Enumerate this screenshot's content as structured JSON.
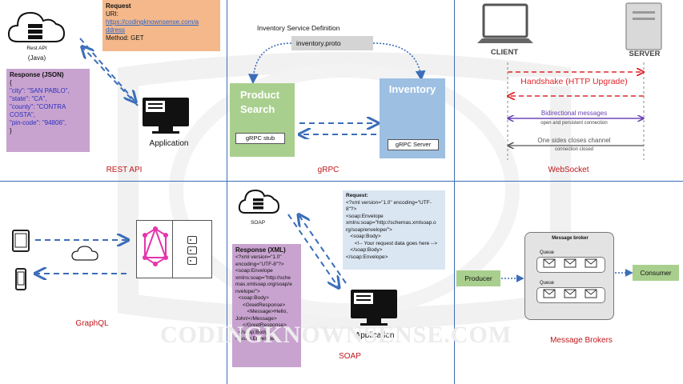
{
  "watermark": "CODINGKNOWNSENSE.COM",
  "rest": {
    "cloud_caption": "Rest API",
    "cloud_sub": "(Java)",
    "request_title": "Request",
    "request_uri_label": "URI:",
    "request_uri_line1": "https://codingknownsense.com/a",
    "request_uri_line2": "ddress",
    "request_method": "Method: GET",
    "response_title": "Response (JSON)",
    "response_open": "{",
    "response_lines": [
      "\"city\": \"SAN PABLO\",",
      "\"state\": \"CA\",",
      "\"county\": \"CONTRA",
      "COSTA\",",
      "\"pin-code\": \"94806\","
    ],
    "response_close": "}",
    "app_label": "Application",
    "panel_label": "REST API"
  },
  "grpc": {
    "definition_title": "Inventory Service Definition",
    "proto_file": "inventory.proto",
    "product_search_line1": "Product",
    "product_search_line2": "Search",
    "stub_label": "gRPC stub",
    "inventory_title": "Inventory",
    "server_label": "gRPC Server",
    "panel_label": "gRPC"
  },
  "websocket": {
    "client_label": "CLIENT",
    "server_label": "SERVER",
    "handshake": "Handshake (HTTP Upgrade)",
    "bidirectional": "Bidirectional messages",
    "bidirectional_sub": "open and persistent connection",
    "one_side": "One sides closes channel",
    "one_side_sub": "connection closed",
    "panel_label": "WebSocket"
  },
  "graphql": {
    "panel_label": "GraphQL"
  },
  "soap": {
    "cloud_caption": "SOAP",
    "request_title": "Request:",
    "request_lines": [
      "<?xml version=\"1.0\" encoding=\"UTF-",
      "8\"?>",
      "<soap:Envelope",
      "xmlns:soap=\"http://schemas.xmlsoap.o",
      "rg/soap/envelope/\">",
      "   <soap:Body>",
      "      <!-- Your request data goes here -->",
      "   </soap:Body>",
      "</soap:Envelope>"
    ],
    "response_title": "Response (XML)",
    "response_lines": [
      "<?xml version=\"1.0\"",
      "encoding=\"UTF-8\"?>",
      "<soap:Envelope",
      "xmlns:soap=\"http://sche",
      "mas.xmlsoap.org/soap/e",
      "nvelope/\">",
      "  <soap:Body>",
      "     <GreetResponse>",
      "        <Message>Hello,",
      "John!</Message>",
      "     </GreetResponse>",
      "  </soap:Body>",
      "</soap:Envelope>"
    ],
    "app_label": "Application",
    "panel_label": "SOAP"
  },
  "broker": {
    "title": "Message broker",
    "queue1": "Queue",
    "queue2": "Queue",
    "producer": "Producer",
    "consumer": "Consumer",
    "panel_label": "Message Brokers"
  },
  "colors": {
    "divider": "#3b6db8",
    "arrow_blue": "#3b6db8",
    "panel_label": "#c0171c",
    "handshake": "#e0262b",
    "bidirectional": "#6a3fb5"
  }
}
